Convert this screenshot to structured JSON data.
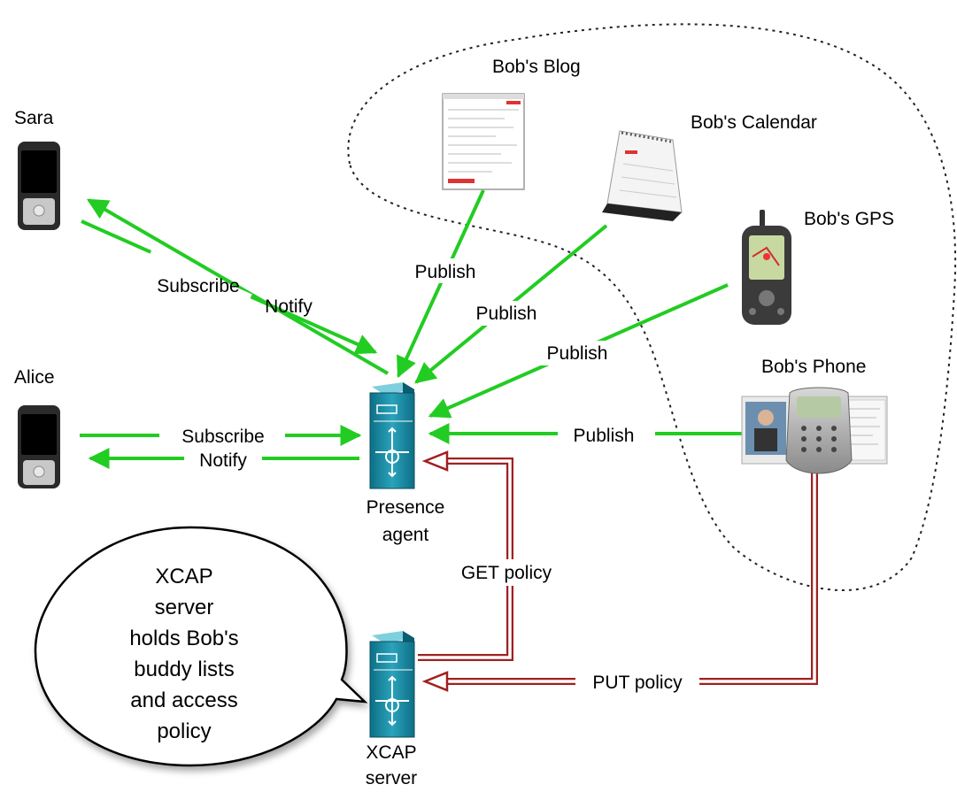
{
  "nodes": {
    "sara": "Sara",
    "alice": "Alice",
    "blog": "Bob's Blog",
    "calendar": "Bob's Calendar",
    "gps": "Bob's GPS",
    "phone": "Bob's Phone",
    "presence_agent_line1": "Presence",
    "presence_agent_line2": "agent",
    "xcap_line1": "XCAP",
    "xcap_line2": "server"
  },
  "edges": {
    "sara_subscribe": "Subscribe",
    "sara_notify": "Notify",
    "alice_subscribe": "Subscribe",
    "alice_notify": "Notify",
    "blog_publish": "Publish",
    "calendar_publish": "Publish",
    "gps_publish": "Publish",
    "phone_publish": "Publish",
    "get_policy": "GET policy",
    "put_policy": "PUT policy"
  },
  "callout": {
    "line1": "XCAP",
    "line2": "server",
    "line3": "holds Bob's",
    "line4": "buddy lists",
    "line5": "and access",
    "line6": "policy"
  },
  "colors": {
    "publish_arrow": "#22cc22",
    "policy_arrow": "#a02020",
    "server_teal": "#1b8ea4"
  }
}
